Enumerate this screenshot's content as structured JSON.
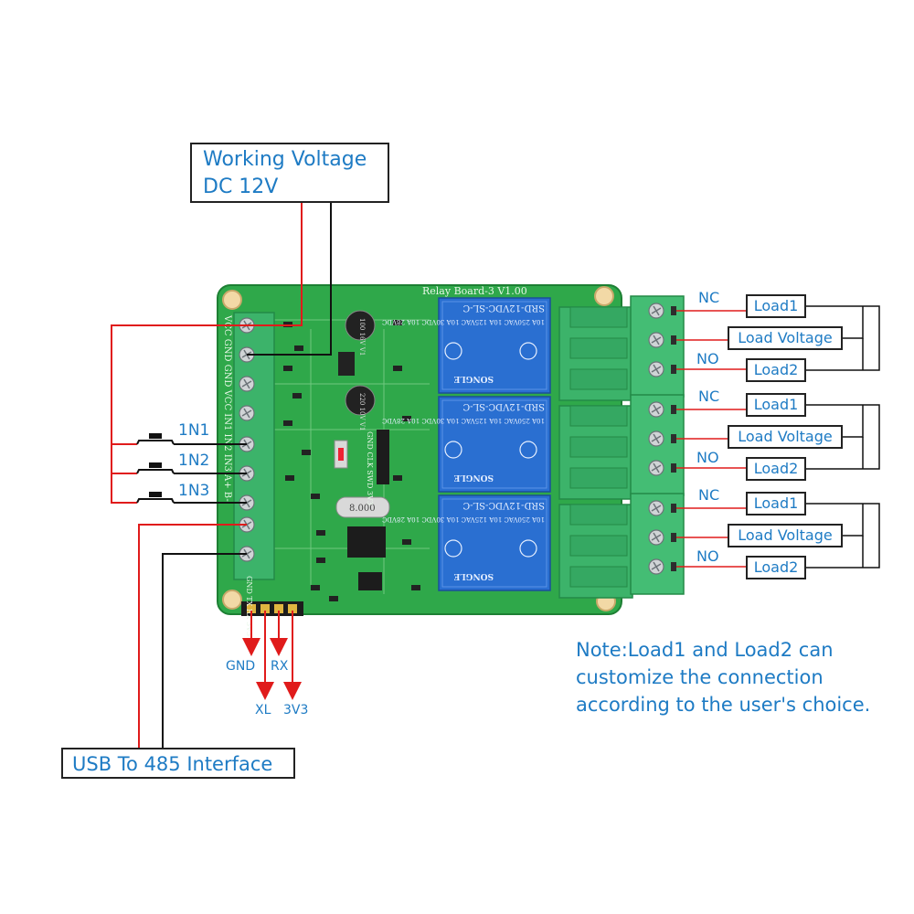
{
  "power": {
    "line1": "Working Voltage",
    "line2": "DC 12V"
  },
  "usb_label": "USB To 485 Interface",
  "inputs": [
    "1N1",
    "1N2",
    "1N3"
  ],
  "serial_pins": {
    "gnd": "GND",
    "rx": "RX",
    "xl": "XL",
    "v33": "3V3"
  },
  "board": {
    "title": "Relay Board-3  V1.00",
    "terminal_block_left": "VCC GND GND VCC IN1 IN2 IN3 A+ B-",
    "header_pins": "GND TX RX 3V3",
    "crystal": "8.000",
    "cap1": "100 16V V1",
    "cap2": "220 10V V1",
    "debug_pins": "GND CLK SWD 3V3",
    "relay_model": "SRD-12VDC-SL-C",
    "relay_ratings": "10A 250VAC  10A 125VAC  10A 30VDC  10A 28VDC",
    "relay_brand": "SONGLE"
  },
  "relays": [
    {
      "nc": "NC",
      "no": "NO",
      "load1": "Load1",
      "voltage": "Load Voltage",
      "load2": "Load2"
    },
    {
      "nc": "NC",
      "no": "NO",
      "load1": "Load1",
      "voltage": "Load Voltage",
      "load2": "Load2"
    },
    {
      "nc": "NC",
      "no": "NO",
      "load1": "Load1",
      "voltage": "Load Voltage",
      "load2": "Load2"
    }
  ],
  "note": "Note:Load1 and Load2 can customize the connection according to the user's choice.",
  "colors": {
    "pcb": "#2fa84a",
    "pcb_dark": "#1d7f33",
    "terminal": "#3cb36a",
    "relay": "#2a6fd1",
    "wire_red": "#e01b1b",
    "wire_black": "#111111",
    "label_text": "#1e7bc4"
  }
}
